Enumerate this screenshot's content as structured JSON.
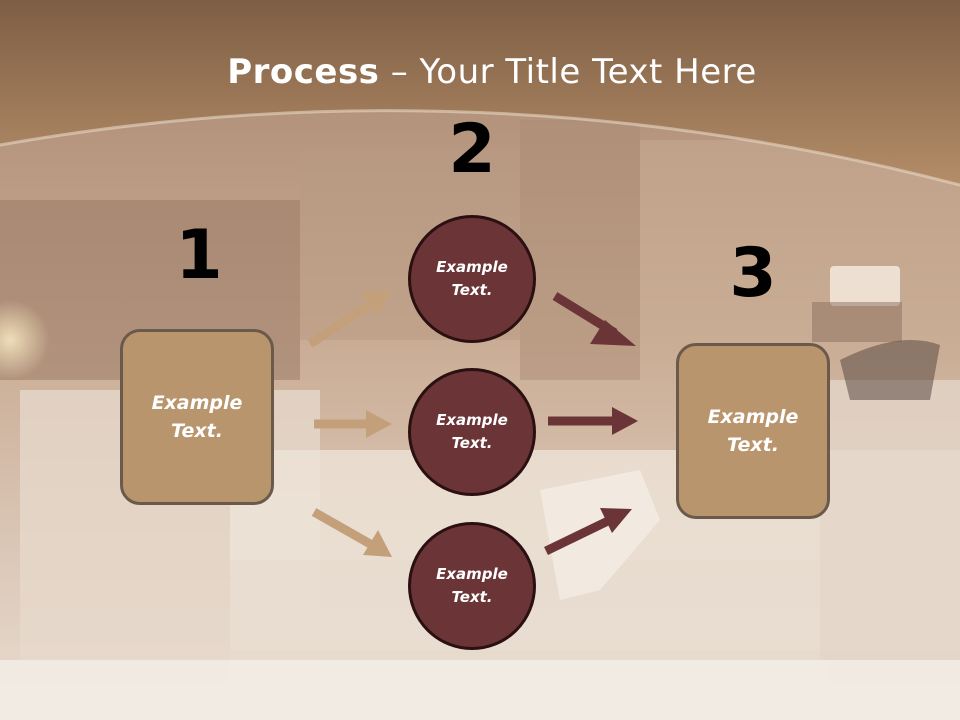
{
  "title": {
    "bold": "Process",
    "rest": " – Your Title Text Here"
  },
  "steps": {
    "one": "1",
    "two": "2",
    "three": "3"
  },
  "box_left": {
    "text_line1": "Example",
    "text_line2": "Text."
  },
  "box_right": {
    "text_line1": "Example",
    "text_line2": "Text."
  },
  "circles": [
    {
      "line1": "Example",
      "line2": "Text."
    },
    {
      "line1": "Example",
      "line2": "Text."
    },
    {
      "line1": "Example",
      "line2": "Text."
    }
  ],
  "colors": {
    "header": "#9a7455",
    "box_fill": "#b8956d",
    "circle_fill": "#6b3538",
    "arrow_light": "#c4a07a",
    "arrow_dark": "#6b3538"
  }
}
